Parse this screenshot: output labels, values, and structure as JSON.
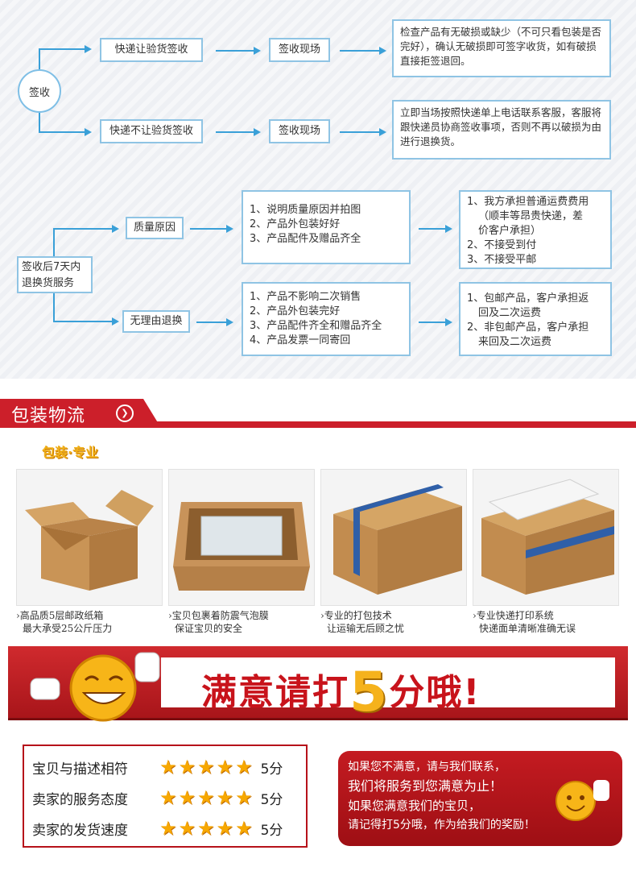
{
  "flow_signing": {
    "root": "签收",
    "branches": [
      {
        "label": "快递让验货签收",
        "step": "签收现场",
        "note": "检查产品有无破损或缺少（不可只看包装是否完好），确认无破损即可签字收货，如有破损直接拒签退回。"
      },
      {
        "label": "快递不让验货签收",
        "step": "签收现场",
        "note": "立即当场按照快递单上电话联系客服，客服将跟快递员协商签收事项，否则不再以破损为由进行退换货。"
      }
    ]
  },
  "flow_return": {
    "root_line1": "签收后7天内",
    "root_line2": "退换货服务",
    "branches": [
      {
        "label": "质量原因",
        "conditions": [
          "1、说明质量原因并拍图",
          "2、产品外包装好好",
          "3、产品配件及赠品齐全"
        ],
        "results": [
          "1、我方承担普通运费费用",
          "（顺丰等昂贵快递，差",
          "价客户承担）",
          "2、不接受到付",
          "3、不接受平邮"
        ]
      },
      {
        "label": "无理由退换",
        "conditions": [
          "1、产品不影响二次销售",
          "2、产品外包装完好",
          "3、产品配件齐全和赠品齐全",
          "4、产品发票一同寄回"
        ],
        "results": [
          "1、包邮产品，客户承担返",
          "回及二次运费",
          "2、非包邮产品，客户承担",
          "来回及二次运费"
        ]
      }
    ]
  },
  "packaging": {
    "header": "包装物流",
    "go_icon": "circle-arrow-icon",
    "subtitle": "包装·专业",
    "items": [
      {
        "line1": "›高品质5层邮政纸箱",
        "line2": "最大承受25公斤压力"
      },
      {
        "line1": "›宝贝包裹着防震气泡膜",
        "line2": "保证宝贝的安全"
      },
      {
        "line1": "›专业的打包技术",
        "line2": "让运输无后顾之忧"
      },
      {
        "line1": "›专业快递打印系统",
        "line2": "快递面单清晰准确无误"
      }
    ]
  },
  "banner": {
    "pre": "满意请打",
    "num": "5",
    "post": "分哦!"
  },
  "rating": {
    "rows": [
      {
        "label": "宝贝与描述相符",
        "score": "5分"
      },
      {
        "label": "卖家的服务态度",
        "score": "5分"
      },
      {
        "label": "卖家的发货速度",
        "score": "5分"
      }
    ],
    "star": "★"
  },
  "contact": {
    "line1": "如果您不满意，请与我们联系，",
    "line2": "我们将服务到您满意为止！",
    "line3": "如果您满意我们的宝贝，",
    "line4": "请记得打5分哦，作为给我们的奖励！"
  },
  "colors": {
    "accent_blue": "#3aa0d8",
    "brand_red": "#cc1f2a",
    "star_gold": "#f7a800"
  }
}
